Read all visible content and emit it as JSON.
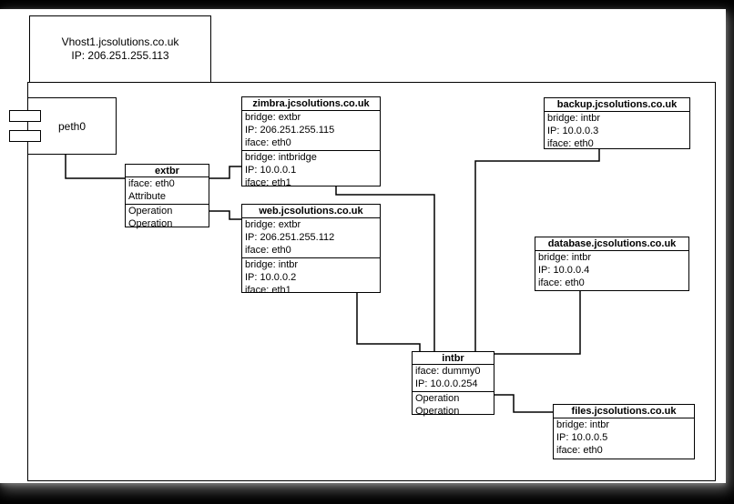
{
  "host": {
    "title": "Vhost1.jcsolutions.co.uk",
    "ip": "IP: 206.251.255.113"
  },
  "peth0": {
    "label": "peth0"
  },
  "extbr": {
    "title": "extbr",
    "attributes": [
      "iface: eth0",
      "Attribute"
    ],
    "operations": [
      "Operation",
      "Operation"
    ]
  },
  "intbr": {
    "title": "intbr",
    "attributes": [
      "iface: dummy0",
      "IP: 10.0.0.254"
    ],
    "operations": [
      "Operation",
      "Operation"
    ]
  },
  "vms": {
    "zimbra": {
      "title": "zimbra.jcsolutions.co.uk",
      "nic1": [
        "bridge: extbr",
        "IP: 206.251.255.115",
        "iface: eth0"
      ],
      "nic2": [
        "bridge: intbridge",
        "IP: 10.0.0.1",
        "iface: eth1"
      ]
    },
    "web": {
      "title": "web.jcsolutions.co.uk",
      "nic1": [
        "bridge: extbr",
        "IP: 206.251.255.112",
        "iface: eth0"
      ],
      "nic2": [
        "bridge: intbr",
        "IP: 10.0.0.2",
        "iface: eth1"
      ]
    },
    "backup": {
      "title": "backup.jcsolutions.co.uk",
      "nic1": [
        "bridge: intbr",
        "IP: 10.0.0.3",
        "iface: eth0"
      ]
    },
    "database": {
      "title": "database.jcsolutions.co.uk",
      "nic1": [
        "bridge: intbr",
        "IP: 10.0.0.4",
        "iface: eth0"
      ]
    },
    "files": {
      "title": "files.jcsolutions.co.uk",
      "nic1": [
        "bridge: intbr",
        "IP: 10.0.0.5",
        "iface: eth0"
      ]
    }
  },
  "colors": {
    "background": "#000000",
    "canvas": "#ffffff",
    "line": "#000000"
  }
}
